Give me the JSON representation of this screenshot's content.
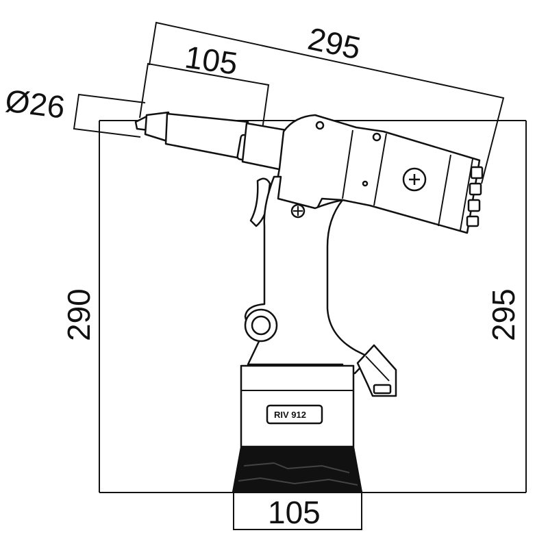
{
  "dimensions": {
    "diameter": "Ø26",
    "nose_length": "105",
    "overall_length": "295",
    "height_front": "290",
    "height_rear": "295",
    "base_width": "105"
  },
  "tool": {
    "model_label": "RIV 912"
  }
}
